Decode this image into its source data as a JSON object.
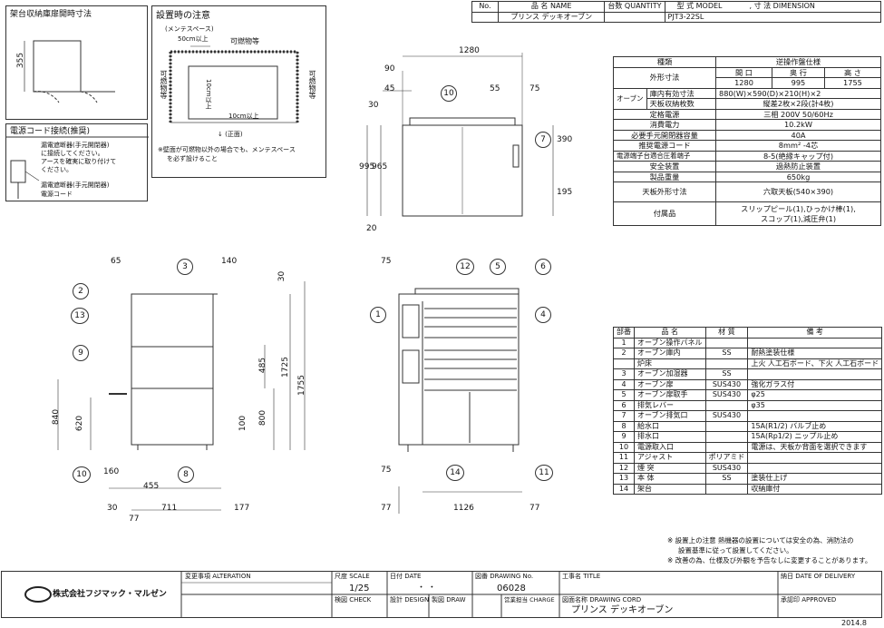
{
  "header": {
    "no_label": "No.",
    "name_label": "品 名 NAME",
    "qty_label": "台数 QUANTITY",
    "model_label": "型 式 MODEL",
    "dim_label": ", 寸 法 DIMENSION",
    "name_value": "プリンス デッキオーブン",
    "model_value": "PJT3-22SL"
  },
  "storage_box": {
    "title": "架台収納庫扉開時寸法",
    "dim": "355"
  },
  "install_box": {
    "title": "設置時の注意",
    "maint": "(メンテスペース)",
    "d50": "50cm以上",
    "combustible": "可燃物等",
    "side_left": "可燃物等",
    "side_right": "可燃物等",
    "d10v": "10cm以上",
    "d10h": "10cm以上",
    "front": "↓ (正面)",
    "note1": "※壁面が可燃物以外の場合でも、メンテスペース",
    "note2": "を必ず設けること"
  },
  "power_box": {
    "title": "電源コード接続(推奨)",
    "l1": "漏電遮断器(手元開閉器)",
    "l2": "に接続してください。",
    "l3": "アースを確実に取り付けて",
    "l4": "ください。",
    "l5": "漏電遮断器(手元開閉器)",
    "l6": "電源コード"
  },
  "top_view": {
    "d1280": "1280",
    "d90": "90",
    "d45": "45",
    "d55": "55",
    "d75": "75",
    "d30": "30",
    "d390": "390",
    "d195": "195",
    "d995": "995",
    "d965": "965",
    "d20": "20",
    "c10": "10",
    "c7": "7"
  },
  "side_view": {
    "d65": "65",
    "d140": "140",
    "d30": "30",
    "d485": "485",
    "d1725": "1725",
    "d1755": "1755",
    "d840": "840",
    "d620": "620",
    "d800": "800",
    "d100": "100",
    "d160": "160",
    "d455": "455",
    "d30b": "30",
    "d711": "711",
    "d177": "177",
    "d77": "77",
    "c3": "3",
    "c2": "2",
    "c13": "13",
    "c9": "9",
    "c10": "10",
    "c8": "8"
  },
  "front_view": {
    "d75": "75",
    "d75b": "75",
    "d77": "77",
    "d1126": "1126",
    "d77b": "77",
    "c12": "12",
    "c5": "5",
    "c6": "6",
    "c1": "1",
    "c4": "4",
    "c14": "14",
    "c11": "11"
  },
  "spec": {
    "col_kind": "種類",
    "col_kind_v": "逆操作盤仕様",
    "outer": "外形寸法",
    "w_h": "間 口",
    "d_h": "奥 行",
    "h_h": "高 さ",
    "w_v": "1280",
    "d_v": "995",
    "h_v": "1755",
    "oven": "オーブン",
    "inner": "庫内有効寸法",
    "inner_v": "880(W)×590(D)×210(H)×2",
    "trays": "天板収納枚数",
    "trays_v": "縦差2枚×2段(計4枚)",
    "power": "定格電源",
    "power_v": "三相 200V 50/60Hz",
    "consumption": "消費電力",
    "consumption_v": "10.2kW",
    "breaker": "必要手元開閉器容量",
    "breaker_v": "40A",
    "cord": "推奨電源コード",
    "cord_v": "8mm² -4芯",
    "terminal": "電源端子台適合圧着端子",
    "terminal_v": "8-5(絶縁キャップ付)",
    "safety": "安全装置",
    "safety_v": "過熱防止装置",
    "weight": "製品重量",
    "weight_v": "650kg",
    "tray_size": "天板外形寸法",
    "tray_size_v": "六取天板(540×390)",
    "acc": "付属品",
    "acc_v1": "スリップピール(1),ひっかけ棒(1),",
    "acc_v2": "スコップ(1),減圧弁(1)"
  },
  "parts": {
    "h_no": "部番",
    "h_name": "品 名",
    "h_mat": "材 質",
    "h_note": "備 考",
    "rows": [
      {
        "no": "1",
        "name": "オーブン操作パネル",
        "mat": "",
        "note": ""
      },
      {
        "no": "2",
        "name": "オーブン庫内",
        "mat": "SS",
        "note": "耐熱塗装仕様"
      },
      {
        "no": "",
        "name": "炉床",
        "mat": "",
        "note": "上火 人工石ボード、下火 人工石ボード"
      },
      {
        "no": "3",
        "name": "オーブン加湿器",
        "mat": "SS",
        "note": ""
      },
      {
        "no": "4",
        "name": "オーブン扉",
        "mat": "SUS430",
        "note": "強化ガラス付"
      },
      {
        "no": "5",
        "name": "オーブン扉取手",
        "mat": "SUS430",
        "note": "φ25"
      },
      {
        "no": "6",
        "name": "排気レバー",
        "mat": "",
        "note": "φ35"
      },
      {
        "no": "7",
        "name": "オーブン排気口",
        "mat": "SUS430",
        "note": ""
      },
      {
        "no": "8",
        "name": "給水口",
        "mat": "",
        "note": "15A(R1/2) バルブ止め"
      },
      {
        "no": "9",
        "name": "排水口",
        "mat": "",
        "note": "15A(Rp1/2) ニップル止め"
      },
      {
        "no": "10",
        "name": "電源取入口",
        "mat": "",
        "note": "電源は、天板か背面を選択できます"
      },
      {
        "no": "11",
        "name": "アジャスト",
        "mat": "ポリアミド",
        "note": ""
      },
      {
        "no": "12",
        "name": "煙 突",
        "mat": "SUS430",
        "note": ""
      },
      {
        "no": "13",
        "name": "本 体",
        "mat": "SS",
        "note": "塗装仕上げ"
      },
      {
        "no": "14",
        "name": "架台",
        "mat": "",
        "note": "収納庫付"
      }
    ]
  },
  "notes": {
    "n1": "※ 設置上の注意 熱機器の設置については安全の為、消防法の",
    "n2": "設置基準に従って設置してください。",
    "n3": "※ 改善の為、仕様及び外観を予告なしに変更することがあります。"
  },
  "footer": {
    "company": "株式会社フジマック・マルゼン",
    "alteration": "変更事項 ALTERATION",
    "scale_l": "尺度 SCALE",
    "scale_v": "1/25",
    "date_l": "日付 DATE",
    "date_v": "・ ・",
    "drawing_no_l": "図番 DRAWING No.",
    "drawing_no_v": "06028",
    "title_l": "工事名 TITLE",
    "delivery_l": "納日 DATE OF DELIVERY",
    "check_l": "検図 CHECK",
    "design_l": "設計 DESIGN",
    "draw_l": "製図 DRAW",
    "charge_l": "営業担当 CHARGE",
    "cord_l": "図面名称 DRAWING CORD",
    "cord_v": "プリンス デッキオーブン",
    "approved_l": "承認印 APPROVED",
    "year": "2014.8"
  }
}
